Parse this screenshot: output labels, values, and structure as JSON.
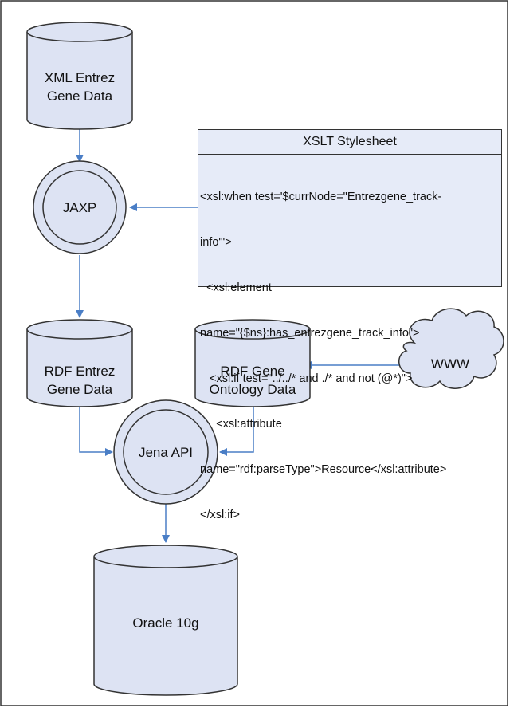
{
  "nodes": {
    "xml_entrez": {
      "line1": "XML Entrez",
      "line2": "Gene Data"
    },
    "jaxp": {
      "label": "JAXP"
    },
    "rdf_entrez": {
      "line1": "RDF Entrez",
      "line2": "Gene Data"
    },
    "rdf_gene_ontology": {
      "line1": "RDF Gene",
      "line2": "Ontology Data"
    },
    "www": {
      "label": "WWW"
    },
    "jena": {
      "label": "Jena API"
    },
    "oracle": {
      "label": "Oracle 10g"
    }
  },
  "xslt": {
    "title": "XSLT Stylesheet",
    "lines": [
      "<xsl:when test='$currNode=\"Entrezgene_track-",
      "info\"'>",
      "  <xsl:element",
      "name=\"{$ns}:has_entrezgene_track_info\">",
      "   <xsl:if test=\"../../* and ./* and not (@*)\">",
      "     <xsl:attribute",
      "name=\"rdf:parseType\">Resource</xsl:attribute>",
      "</xsl:if>"
    ]
  },
  "colors": {
    "node_fill": "#dde3f3",
    "node_stroke": "#333333",
    "arrow": "#4a7ec6"
  }
}
